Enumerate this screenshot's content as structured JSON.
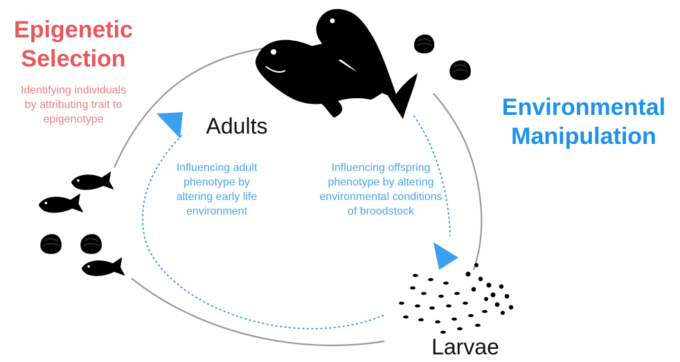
{
  "epigenetic_selection": {
    "title_line1": "Epigenetic",
    "title_line2": "Selection",
    "desc_line1": "Identifying individuals",
    "desc_line2": "by attributing trait to",
    "desc_line3": "epigenotype"
  },
  "environmental_manipulation": {
    "title_line1": "Environmental",
    "title_line2": "Manipulation"
  },
  "stages": {
    "adults": "Adults",
    "larvae": "Larvae"
  },
  "inner_cycle": {
    "left_line1": "Influencing adult",
    "left_line2": "phenotype by",
    "left_line3": "altering early life",
    "left_line4": "environment",
    "right_line1": "Influencing offspring",
    "right_line2": "phenotype by altering",
    "right_line3": "environmental conditions",
    "right_line4": "of broodstock"
  },
  "colors": {
    "selection": "#e8575a",
    "manipulation": "#1c92ea",
    "inner_text": "#4aa6ea",
    "outer_cycle": "#9a9a9a",
    "silhouettes": "#000000"
  }
}
